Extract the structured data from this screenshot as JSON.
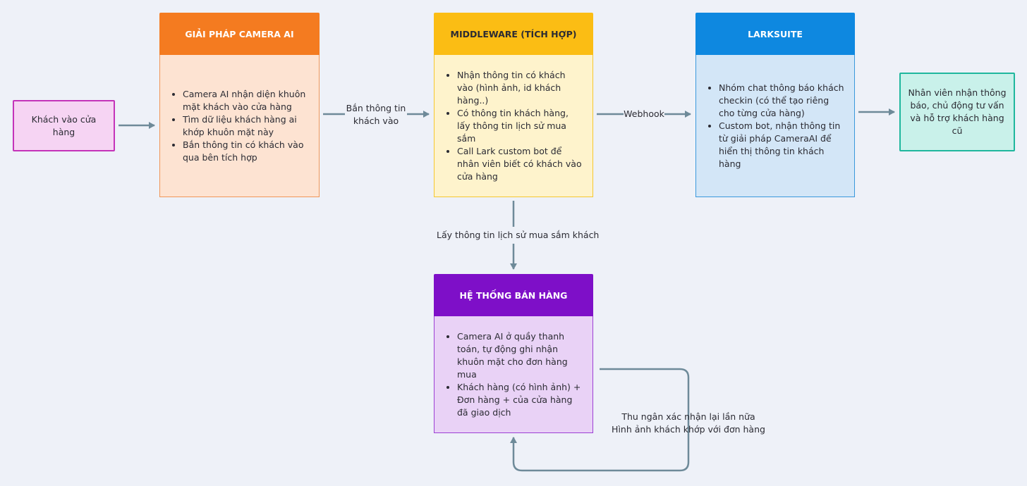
{
  "start": {
    "text": "Khách vào cửa hàng"
  },
  "camera": {
    "title": "GIẢI PHÁP CAMERA AI",
    "items": [
      "Camera AI nhận diện khuôn mặt khách vào cửa hàng",
      "Tìm dữ liệu khách hàng ai khớp khuôn mặt này",
      "Bắn thông tin có khách vào qua bên tích hợp"
    ],
    "header_color": "#f47b20",
    "body_color": "#fde3d2"
  },
  "middleware": {
    "title": "MIDDLEWARE (TÍCH HỢP)",
    "items": [
      "Nhận thông tin có khách vào (hình ảnh, id khách hàng..)",
      "Có thông tin khách hàng, lấy thông tin lịch sử mua sắm",
      "Call Lark custom bot để nhân viên biết có khách vào cửa hàng"
    ],
    "header_color": "#fbbd14",
    "body_color": "#fef3cc"
  },
  "larksuite": {
    "title": "LARKSUITE",
    "items": [
      "Nhóm chat thông báo khách checkin (có thể tạo riêng cho từng cửa hàng)",
      "Custom bot, nhận thông tin từ giải pháp CameraAI để hiển thị thông tin khách hàng"
    ],
    "header_color": "#0e88e0",
    "body_color": "#d3e6f7"
  },
  "staff": {
    "text": "Nhân viên nhận thông báo, chủ động tư vấn và hỗ trợ khách hàng cũ"
  },
  "sales": {
    "title": "HỆ THỐNG BÁN HÀNG",
    "items": [
      "Camera AI ở quầy thanh toán, tự động ghi nhận khuôn mặt cho đơn hàng mua",
      "Khách hàng (có hình ảnh) + Đơn hàng + của cửa hàng đã giao dịch"
    ],
    "header_color": "#7e0fc8",
    "body_color": "#e9d2f6"
  },
  "edges": {
    "camera_to_middleware": "Bắn thông tin khách vào",
    "middleware_to_lark": "Webhook",
    "middleware_to_sales": "Lấy thông tin lịch sử mua sắm khách",
    "sales_loop_line1": "Thu ngân xác nhận lại lần nữa",
    "sales_loop_line2": "Hình ảnh khách khớp với đơn hàng"
  }
}
